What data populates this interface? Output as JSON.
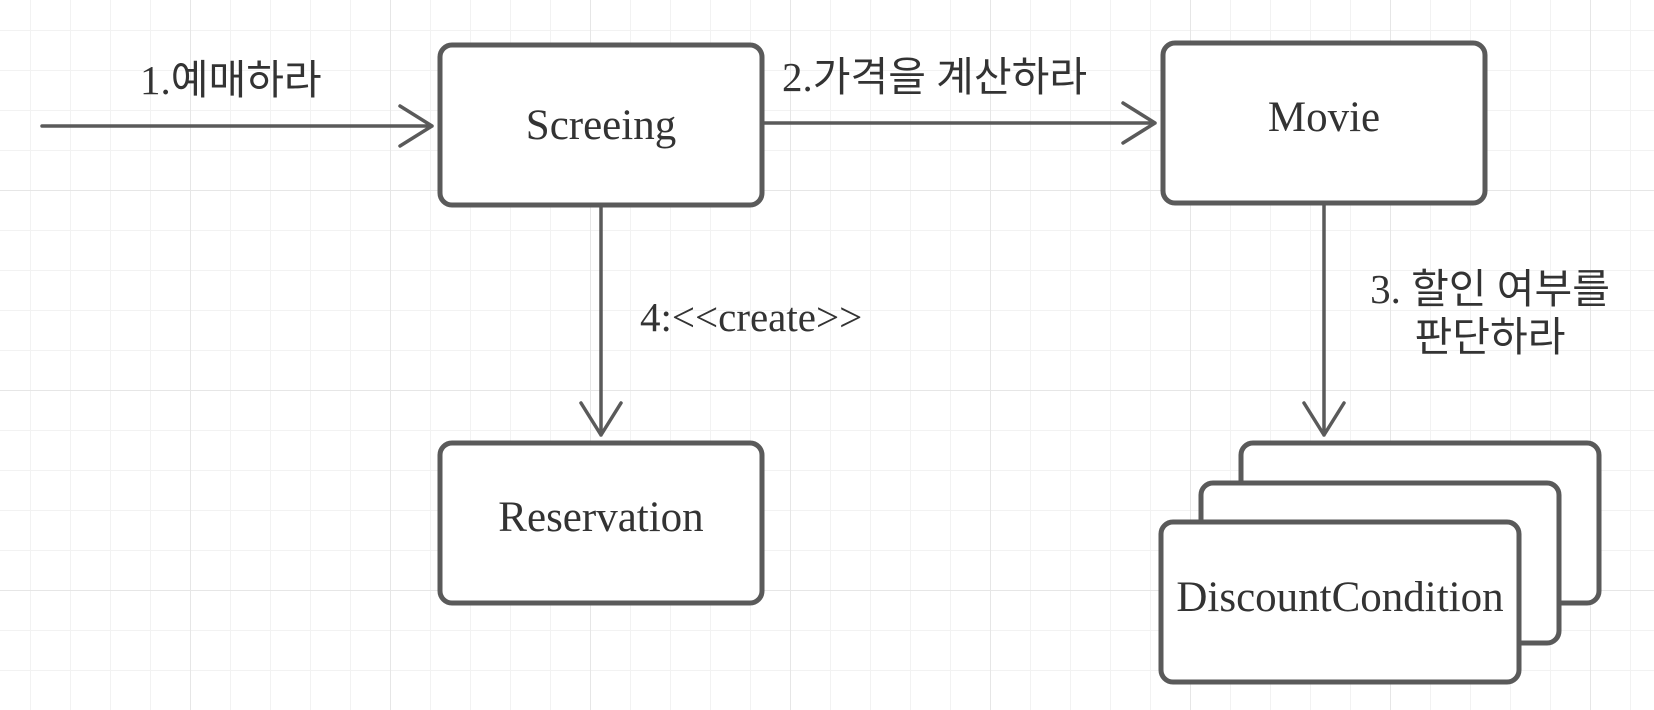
{
  "nodes": {
    "screeing": "Screeing",
    "movie": "Movie",
    "reservation": "Reservation",
    "discount_condition": "DiscountCondition"
  },
  "messages": {
    "m1": "1.예매하라",
    "m2": "2.가격을 계산하라",
    "m3_line1": "3. 할인 여부를",
    "m3_line2": "판단하라",
    "m4": "4:<<create>>"
  },
  "colors": {
    "stroke": "#5a5a5a",
    "text": "#333333",
    "grid": "#e6e6e6"
  }
}
